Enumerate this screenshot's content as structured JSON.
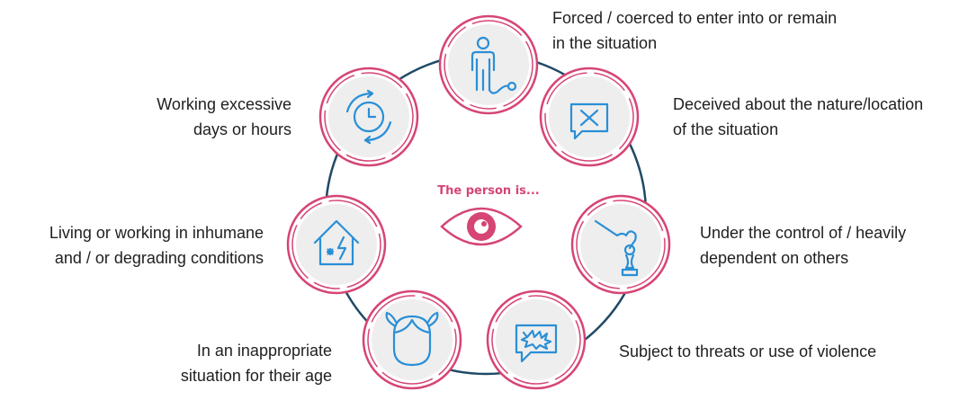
{
  "center": {
    "title": "The person is..."
  },
  "indicators": [
    {
      "line1": "Forced / coerced to enter into or remain",
      "line2": "in the situation",
      "icon": "person-tethered-icon"
    },
    {
      "line1": "Deceived about the nature/location",
      "line2": "of the situation",
      "icon": "message-x-icon"
    },
    {
      "line1": "Under the control of / heavily",
      "line2": "dependent on others",
      "icon": "chess-pawn-hand-icon"
    },
    {
      "line1": "Subject to threats or use of violence",
      "line2": "",
      "icon": "speech-bubble-violence-icon"
    },
    {
      "line1": "In an inappropriate",
      "line2": "situation for their age",
      "icon": "child-face-icon"
    },
    {
      "line1": "Living or working in inhumane",
      "line2": "and / or degrading conditions",
      "icon": "broken-house-icon"
    },
    {
      "line1": "Working excessive",
      "line2": "days or hours",
      "icon": "clock-cycle-icon"
    }
  ],
  "colors": {
    "ring": "#d64574",
    "icon": "#2a8fd6",
    "connector": "#1f4a66",
    "node_fill": "#eeeeee"
  }
}
